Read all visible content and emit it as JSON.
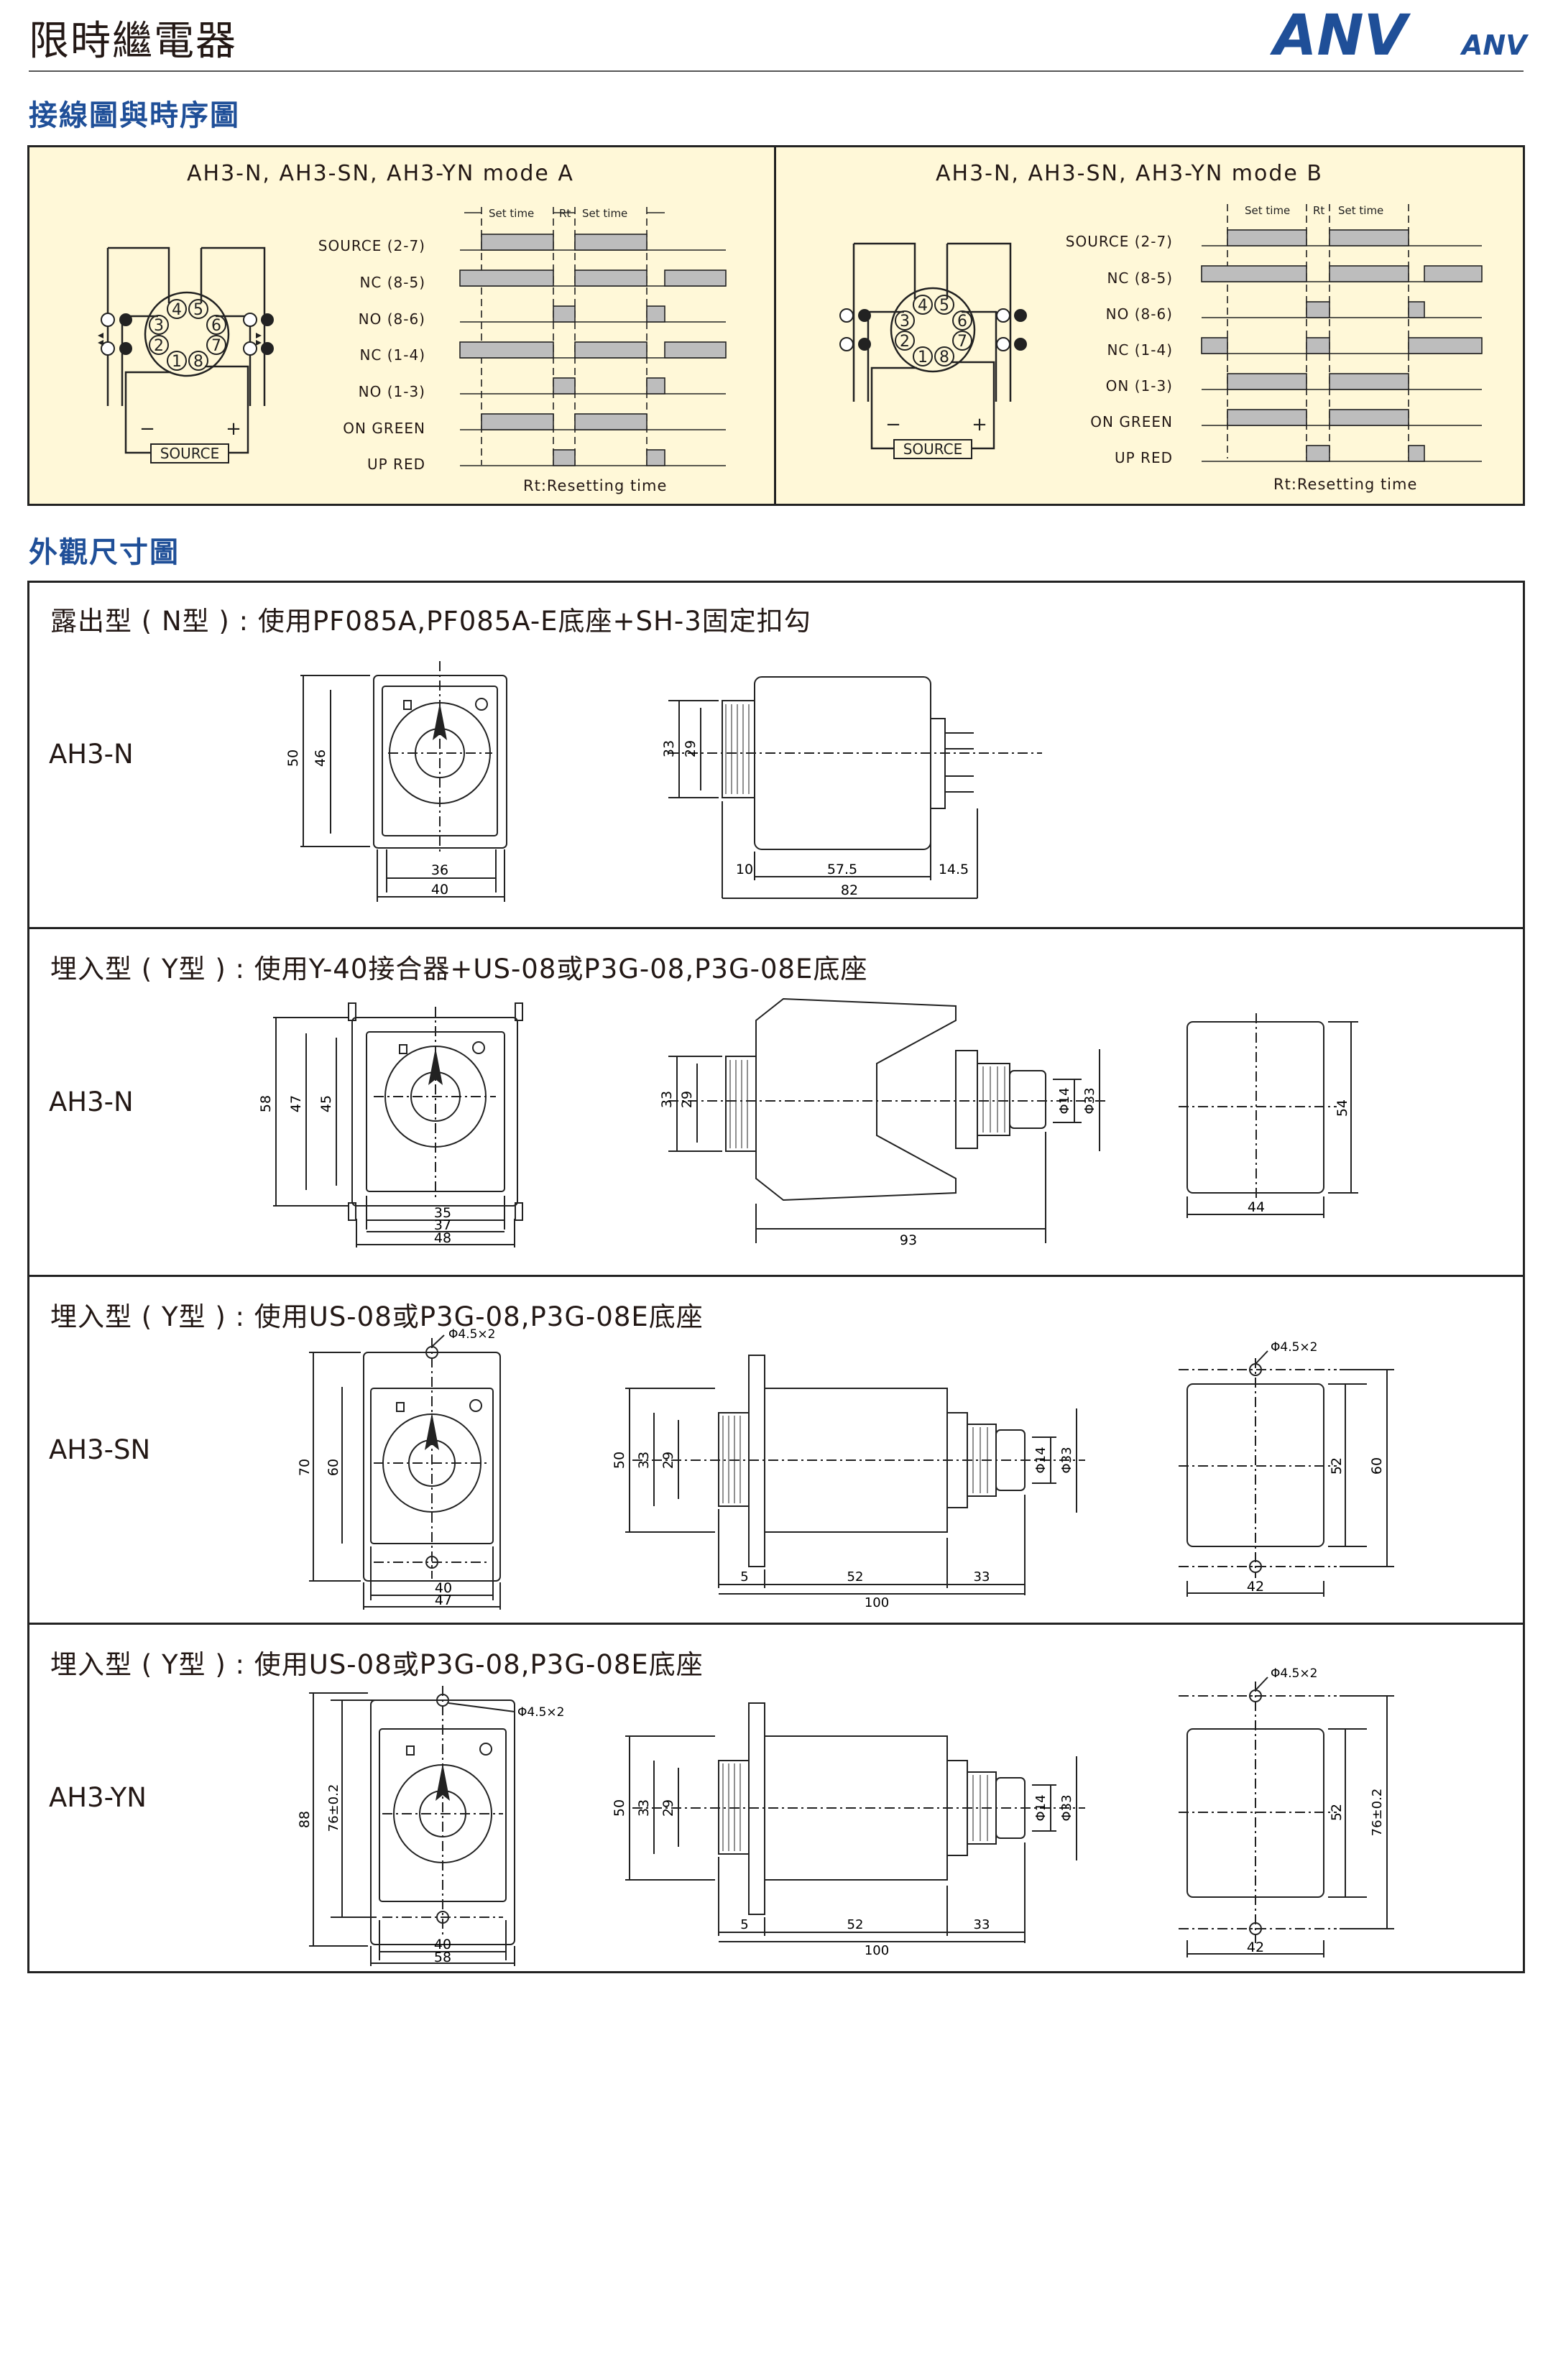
{
  "header": {
    "title": "限時繼電器",
    "logo_text": "ANV",
    "logo_subtext": "ANV",
    "brand_color": "#1f4f98"
  },
  "wiring": {
    "section_title": "接線圖與時序圖",
    "source_label": "SOURCE",
    "minus": "−",
    "plus": "+",
    "pins": [
      "1",
      "2",
      "3",
      "4",
      "5",
      "6",
      "7",
      "8"
    ],
    "set_time": "Set time",
    "rt": "Rt",
    "resetting_note": "Rt:Resetting time",
    "mode_a": {
      "title": "AH3-N, AH3-SN, AH3-YN mode A",
      "rows": [
        "SOURCE (2-7)",
        "NC (8-5)",
        "NO (8-6)",
        "NC (1-4)",
        "NO (1-3)",
        "ON GREEN",
        "UP RED"
      ]
    },
    "mode_b": {
      "title": "AH3-N, AH3-SN, AH3-YN mode B",
      "rows": [
        "SOURCE (2-7)",
        "NC (8-5)",
        "NO (8-6)",
        "NC (1-4)",
        "ON (1-3)",
        "ON GREEN",
        "UP RED"
      ]
    }
  },
  "dimensions": {
    "section_title": "外觀尺寸圖",
    "rows": [
      {
        "heading": "露出型 ( N型 ) : 使用PF085A,PF085A-E底座+SH-3固定扣勾",
        "model": "AH3-N",
        "front": {
          "h1": "50",
          "h2": "46",
          "w1": "36",
          "w2": "40"
        },
        "side": {
          "h1": "33",
          "h2": "29",
          "d1": "10",
          "d2": "57.5",
          "d3": "14.5",
          "total": "82"
        }
      },
      {
        "heading": "埋入型 ( Y型 ) : 使用Y-40接合器+US-08或P3G-08,P3G-08E底座",
        "model": "AH3-N",
        "front": {
          "h1": "58",
          "h2": "47",
          "h3": "45",
          "w1": "35",
          "w2": "37",
          "w3": "48"
        },
        "side": {
          "h1": "33",
          "h2": "29",
          "dia1": "Φ14",
          "dia2": "Φ33",
          "total": "93"
        },
        "cutout": {
          "w": "44",
          "h": "54"
        }
      },
      {
        "heading": "埋入型 ( Y型 ) : 使用US-08或P3G-08,P3G-08E底座",
        "model": "AH3-SN",
        "front": {
          "hole": "Φ4.5×2",
          "h1": "70",
          "h2": "60",
          "w1": "40",
          "w2": "47"
        },
        "side": {
          "h0": "50",
          "h1": "33",
          "h2": "29",
          "dia1": "Φ14",
          "dia2": "Φ33",
          "d1": "5",
          "d2": "52",
          "d3": "33",
          "total": "100"
        },
        "cutout": {
          "hole": "Φ4.5×2",
          "w": "42",
          "h1": "52",
          "h2": "60"
        }
      },
      {
        "heading": "埋入型 ( Y型 ) : 使用US-08或P3G-08,P3G-08E底座",
        "model": "AH3-YN",
        "front": {
          "hole": "Φ4.5×2",
          "h1": "88",
          "h2": "76±0.2",
          "w1": "40",
          "w2": "58"
        },
        "side": {
          "h0": "50",
          "h1": "33",
          "h2": "29",
          "dia1": "Φ14",
          "dia2": "Φ33",
          "d1": "5",
          "d2": "52",
          "d3": "33",
          "total": "100"
        },
        "cutout": {
          "hole": "Φ4.5×2",
          "w": "42",
          "h1": "52",
          "h2": "76±0.2"
        }
      }
    ]
  }
}
